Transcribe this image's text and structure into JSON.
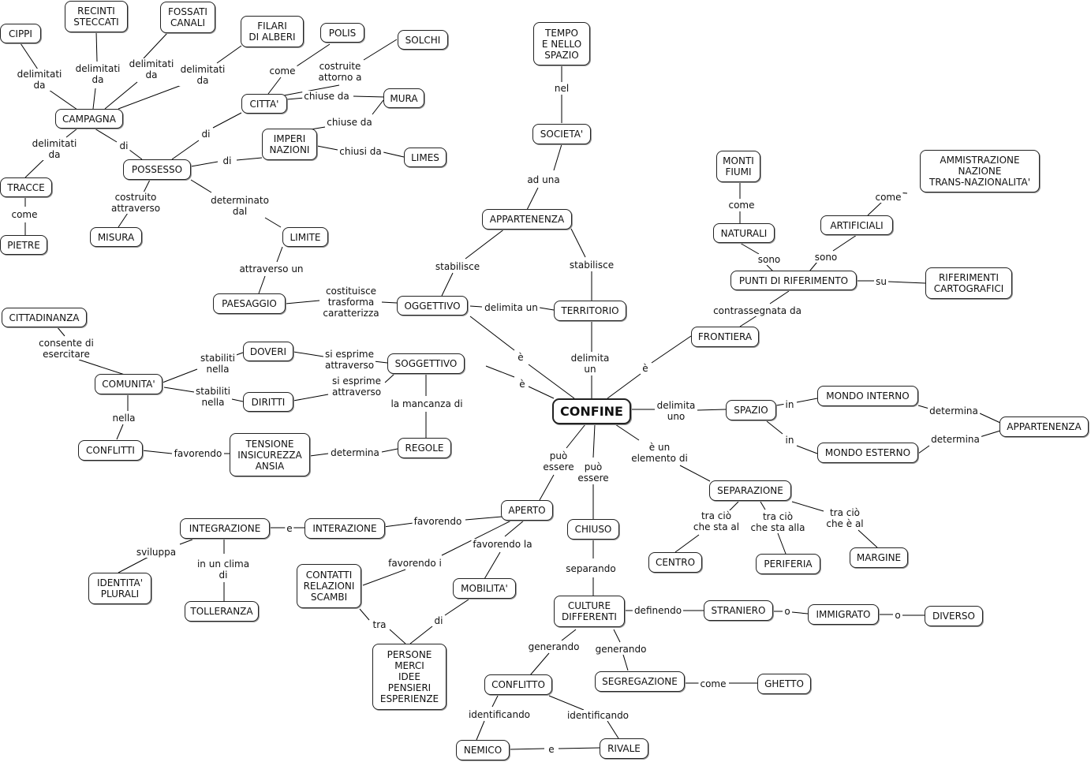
{
  "nodes": {
    "confine": "CONFINE",
    "cippi": "CIPPI",
    "recinti": "RECINTI\nSTECCATI",
    "fossati": "FOSSATI\nCANALI",
    "filari": "FILARI\nDI ALBERI",
    "polis": "POLIS",
    "solchi": "SOLCHI",
    "campagna": "CAMPAGNA",
    "citta": "CITTA'",
    "mura": "MURA",
    "imperi": "IMPERI\nNAZIONI",
    "limes": "LIMES",
    "possesso": "POSSESSO",
    "tracce": "TRACCE",
    "pietre": "PIETRE",
    "misura": "MISURA",
    "limite": "LIMITE",
    "paesaggio": "PAESAGGIO",
    "oggettivo": "OGGETTIVO",
    "tempo": "TEMPO\nE NELLO\nSPAZIO",
    "societa": "SOCIETA'",
    "appartenenza_top": "APPARTENENZA",
    "territorio": "TERRITORIO",
    "monti": "MONTI\nFIUMI",
    "naturali": "NATURALI",
    "ammistrazione": "AMMISTRAZIONE\nNAZIONE\nTRANS-NAZIONALITA'",
    "artificiali": "ARTIFICIALI",
    "punti": "PUNTI DI RIFERIMENTO",
    "riferimenti": "RIFERIMENTI\nCARTOGRAFICI",
    "frontiera": "FRONTIERA",
    "cittadinanza": "CITTADINANZA",
    "comunita": "COMUNITA'",
    "doveri": "DOVERI",
    "diritti": "DIRITTI",
    "soggettivo": "SOGGETTIVO",
    "conflitti": "CONFLITTI",
    "tensione": "TENSIONE\nINSICUREZZA\nANSIA",
    "regole": "REGOLE",
    "spazio": "SPAZIO",
    "mondo_interno": "MONDO INTERNO",
    "mondo_esterno": "MONDO ESTERNO",
    "appartenenza_right": "APPARTENENZA",
    "separazione": "SEPARAZIONE",
    "centro": "CENTRO",
    "periferia": "PERIFERIA",
    "margine": "MARGINE",
    "aperto": "APERTO",
    "chiuso": "CHIUSO",
    "integrazione": "INTEGRAZIONE",
    "interazione": "INTERAZIONE",
    "identita": "IDENTITA'\nPLURALI",
    "tolleranza": "TOLLERANZA",
    "contatti": "CONTATTI\nRELAZIONI\nSCAMBI",
    "mobilita": "MOBILITA'",
    "persone": "PERSONE\nMERCI\nIDEE\nPENSIERI\nESPERIENZE",
    "culture": "CULTURE\nDIFFERENTI",
    "straniero": "STRANIERO",
    "immigrato": "IMMIGRATO",
    "diverso": "DIVERSO",
    "conflitto": "CONFLITTO",
    "segregazione": "SEGREGAZIONE",
    "ghetto": "GHETTO",
    "nemico": "NEMICO",
    "rivale": "RIVALE"
  },
  "labels": {
    "l_delimitati_cippi": "delimitati\nda",
    "l_delimitati_recinti": "delimitati\nda",
    "l_delimitati_fossati": "delimitati\nda",
    "l_delimitati_filari": "delimitati\nda",
    "l_come_polis": "come",
    "l_costruite": "costruite\nattorno a",
    "l_chiuse_citta": "chiuse da",
    "l_chiuse_imperi": "chiuse da",
    "l_chiusi": "chiusi da",
    "l_di_citta": "di",
    "l_di_campagna": "di",
    "l_di_imperi": "di",
    "l_delimitati_tracce": "delimitati\nda",
    "l_come_pietre": "come",
    "l_costruito": "costruito\nattraverso",
    "l_determinato": "determinato\ndal",
    "l_attraverso": "attraverso un",
    "l_costituisce": "costituisce\ntrasforma\ncaratterizza",
    "l_nel": "nel",
    "l_ad_una": "ad una",
    "l_stabilisce_l": "stabilisce",
    "l_stabilisce_r": "stabilisce",
    "l_delimita_un": "delimita un",
    "l_e_oggettivo": "è",
    "l_delimita_territorio": "delimita\nun",
    "l_e_frontiera": "è",
    "l_come_monti": "come",
    "l_come_amm": "come",
    "l_sono_l": "sono",
    "l_sono_r": "sono",
    "l_su": "su",
    "l_contrassegnata": "contrassegnata da",
    "l_consente": "consente di\nesercitare",
    "l_stabiliti_doveri": "stabiliti\nnella",
    "l_stabiliti_diritti": "stabiliti\nnella",
    "l_si_esprime_1": "si esprime\nattraverso",
    "l_si_esprime_2": "si esprime\nattraverso",
    "l_e_soggettivo": "è",
    "l_nella": "nella",
    "l_favorendo_tensione": "favorendo",
    "l_determina_regole": "determina",
    "l_mancanza": "la mancanza di",
    "l_delimita_uno": "delimita\nuno",
    "l_in_interno": "in",
    "l_in_esterno": "in",
    "l_determina_interno": "determina",
    "l_determina_esterno": "determina",
    "l_elemento": "è un\nelemento di",
    "l_centro": "tra ciò\nche sta al",
    "l_periferia": "tra ciò\nche sta alla",
    "l_margine": "tra ciò\nche è al",
    "l_puo_aperto": "può\nessere",
    "l_puo_chiuso": "può\nessere",
    "l_favorendo_interazione": "favorendo",
    "l_e_integrazione": "e",
    "l_sviluppa": "sviluppa",
    "l_clima": "in un clima\ndi",
    "l_favorendo_i": "favorendo i",
    "l_favorendo_la": "favorendo la",
    "l_tra": "tra",
    "l_di_mobilita": "di",
    "l_separando": "separando",
    "l_definendo": "definendo",
    "l_o_1": "o",
    "l_o_2": "o",
    "l_generando_1": "generando",
    "l_generando_2": "generando",
    "l_come_ghetto": "come",
    "l_identificando_1": "identificando",
    "l_identificando_2": "identificando",
    "l_e_nemico": "e"
  }
}
